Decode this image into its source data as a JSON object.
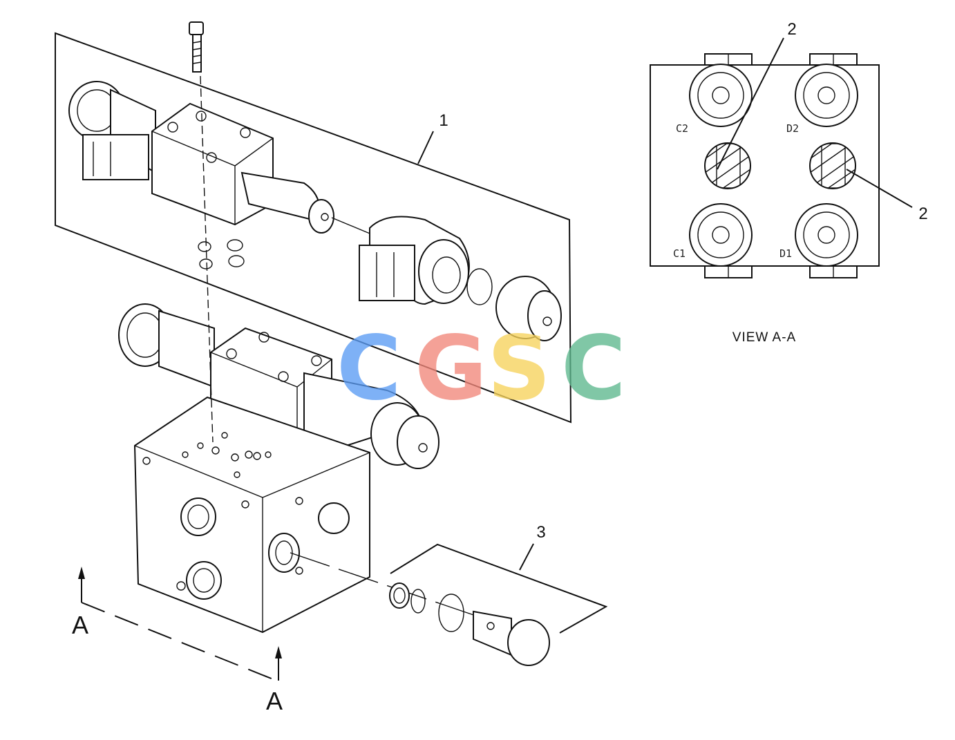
{
  "callouts": {
    "c1": "1",
    "c2a": "2",
    "c2b": "2",
    "c3": "3"
  },
  "section": {
    "left": "A",
    "right": "A"
  },
  "view": {
    "caption": "VIEW A-A",
    "ports": {
      "c2": "C2",
      "d2": "D2",
      "c1": "C1",
      "d1": "D1"
    }
  },
  "watermark": {
    "letters": [
      "C",
      "G",
      "S",
      "C"
    ],
    "colors": [
      "#5b9cf4",
      "#f2877a",
      "#f7d35c",
      "#5db88e"
    ]
  }
}
